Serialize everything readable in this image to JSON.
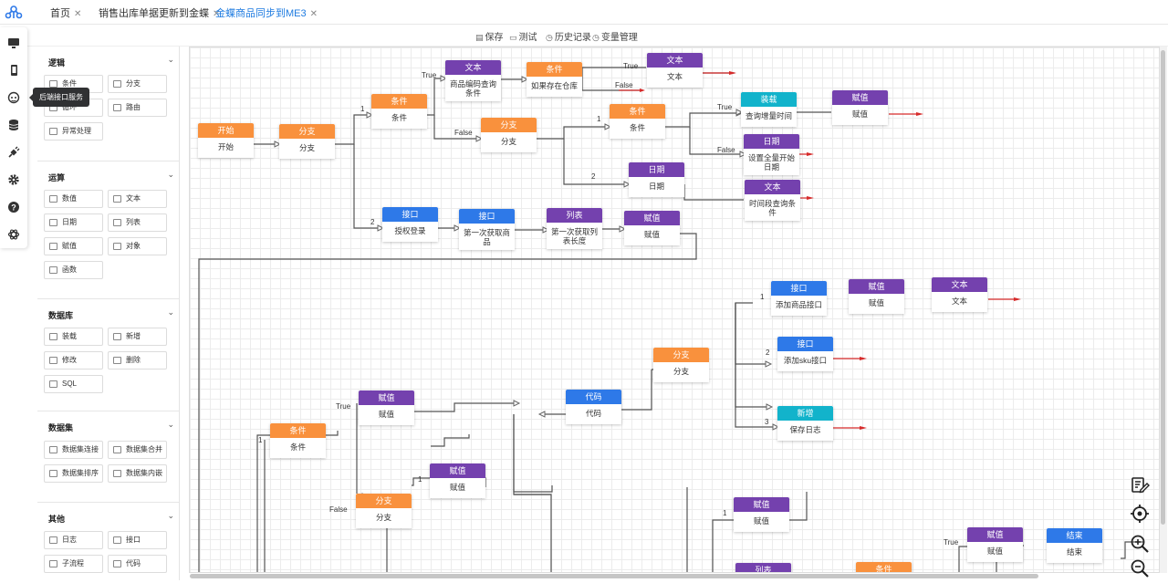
{
  "tabs": [
    {
      "label": "首页",
      "active": false
    },
    {
      "label": "销售出库单据更新到金蝶",
      "active": false
    },
    {
      "label": "金蝶商品同步到ME3",
      "active": true
    }
  ],
  "toolbar": {
    "save": "保存",
    "test": "测试",
    "history": "历史记录",
    "variables": "变量管理"
  },
  "rail": {
    "icons": [
      "monitor-icon",
      "mobile-icon",
      "service-robot-icon",
      "database-icon",
      "plug-icon",
      "gear-icon",
      "help-icon",
      "openai-icon"
    ],
    "tooltip": "后端接口服务"
  },
  "palette": {
    "sections": [
      {
        "title": "逻辑",
        "items": [
          "条件",
          "分支",
          "循环",
          "路由",
          "异常处理"
        ]
      },
      {
        "title": "运算",
        "items": [
          "数值",
          "文本",
          "日期",
          "列表",
          "赋值",
          "对象",
          "函数"
        ]
      },
      {
        "title": "数据库",
        "items": [
          "装载",
          "新增",
          "修改",
          "删除",
          "SQL"
        ]
      },
      {
        "title": "数据集",
        "items": [
          "数据集连接",
          "数据集合并",
          "数据集排序",
          "数据集内嵌"
        ]
      },
      {
        "title": "其他",
        "items": [
          "日志",
          "接口",
          "子流程",
          "代码"
        ]
      }
    ]
  },
  "colors": {
    "orange": "#f9913d",
    "purple": "#7441ae",
    "blue": "#2e79e8",
    "teal": "#12b3cb",
    "arrow": "#d62a2a",
    "activeTab": "#1e7be0"
  },
  "nodes": [
    {
      "id": "start",
      "type": "开始",
      "label": "开始",
      "color": "orange"
    },
    {
      "id": "branch1",
      "type": "分支",
      "label": "分支",
      "color": "orange"
    },
    {
      "id": "cond1",
      "type": "条件",
      "label": "条件",
      "color": "orange"
    },
    {
      "id": "text1",
      "type": "文本",
      "label": "商品编码查询条件",
      "color": "purple"
    },
    {
      "id": "cond2",
      "type": "条件",
      "label": "如果存在仓库",
      "color": "orange"
    },
    {
      "id": "text2",
      "type": "文本",
      "label": "文本",
      "color": "purple"
    },
    {
      "id": "branch2",
      "type": "分支",
      "label": "分支",
      "color": "orange"
    },
    {
      "id": "cond3",
      "type": "条件",
      "label": "条件",
      "color": "orange"
    },
    {
      "id": "load1",
      "type": "装载",
      "label": "查询增量时间",
      "color": "teal"
    },
    {
      "id": "assign1",
      "type": "赋值",
      "label": "赋值",
      "color": "purple"
    },
    {
      "id": "date1",
      "type": "日期",
      "label": "设置全量开始日期",
      "color": "purple"
    },
    {
      "id": "date2",
      "type": "日期",
      "label": "日期",
      "color": "purple"
    },
    {
      "id": "text3",
      "type": "文本",
      "label": "时间段查询条件",
      "color": "purple"
    },
    {
      "id": "api1",
      "type": "接口",
      "label": "授权登录",
      "color": "blue"
    },
    {
      "id": "api2",
      "type": "接口",
      "label": "第一次获取商品",
      "color": "blue"
    },
    {
      "id": "list1",
      "type": "列表",
      "label": "第一次获取列表长度",
      "color": "purple"
    },
    {
      "id": "assign2",
      "type": "赋值",
      "label": "赋值",
      "color": "purple"
    },
    {
      "id": "api3",
      "type": "接口",
      "label": "添加商品接口",
      "color": "blue"
    },
    {
      "id": "assign3",
      "type": "赋值",
      "label": "赋值",
      "color": "purple"
    },
    {
      "id": "text4",
      "type": "文本",
      "label": "文本",
      "color": "purple"
    },
    {
      "id": "api4",
      "type": "接口",
      "label": "添加sku接口",
      "color": "blue"
    },
    {
      "id": "branch3",
      "type": "分支",
      "label": "分支",
      "color": "orange"
    },
    {
      "id": "code1",
      "type": "代码",
      "label": "代码",
      "color": "blue"
    },
    {
      "id": "add1",
      "type": "新增",
      "label": "保存日志",
      "color": "teal"
    },
    {
      "id": "cond4",
      "type": "条件",
      "label": "条件",
      "color": "orange"
    },
    {
      "id": "assign4",
      "type": "赋值",
      "label": "赋值",
      "color": "purple"
    },
    {
      "id": "assign5",
      "type": "赋值",
      "label": "赋值",
      "color": "purple"
    },
    {
      "id": "branch4",
      "type": "分支",
      "label": "分支",
      "color": "orange"
    },
    {
      "id": "assign6",
      "type": "赋值",
      "label": "赋值",
      "color": "purple"
    },
    {
      "id": "assign7",
      "type": "赋值",
      "label": "赋值",
      "color": "purple"
    },
    {
      "id": "end1",
      "type": "结束",
      "label": "结束",
      "color": "blue"
    },
    {
      "id": "list2",
      "type": "列表",
      "label": "",
      "color": "purple"
    },
    {
      "id": "cond5",
      "type": "条件",
      "label": "",
      "color": "orange"
    }
  ],
  "edge_labels": [
    "True",
    "False",
    "True",
    "False",
    "1",
    "1",
    "2",
    "2",
    "True",
    "False",
    "1",
    "2",
    "3",
    "True",
    "False",
    "1",
    "1",
    "1",
    "True"
  ],
  "controls": [
    "edit-icon",
    "locate-icon",
    "zoom-in-icon",
    "zoom-out-icon"
  ]
}
